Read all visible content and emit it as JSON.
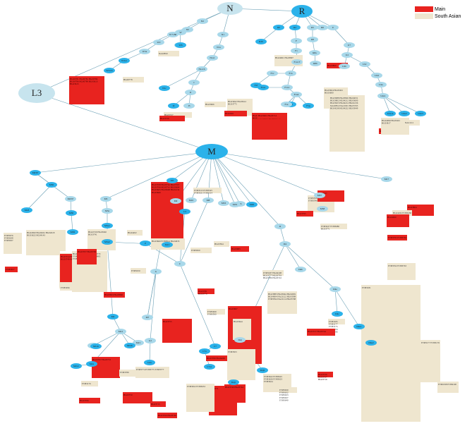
{
  "legend": {
    "items": [
      {
        "label": "Main",
        "color": "#e8231f"
      },
      {
        "label": "South Asian",
        "color": "#efe6cf"
      }
    ]
  },
  "colors": {
    "big_node": "#c7e4ee",
    "main_node": "#2bb2ea",
    "small_node": "#a8d8ea",
    "main_box": "#e8231f",
    "sa_box": "#efe6cf",
    "edge": "#6a9fb5"
  },
  "nodes": [
    {
      "id": "L3",
      "label": "L3",
      "kind": "big"
    },
    {
      "id": "N",
      "label": "N",
      "kind": "big"
    },
    {
      "id": "R",
      "label": "R",
      "kind": "main"
    },
    {
      "id": "M",
      "label": "M",
      "kind": "main"
    },
    {
      "id": "N2",
      "label": "N2",
      "kind": "small"
    },
    {
      "id": "N5",
      "label": "N5",
      "kind": "small"
    },
    {
      "id": "W",
      "label": "W",
      "kind": "small"
    },
    {
      "id": "W1",
      "label": "W+186",
      "kind": "small"
    },
    {
      "id": "W2",
      "label": "W2",
      "kind": "small"
    },
    {
      "id": "W3a",
      "label": "W3a",
      "kind": "small"
    },
    {
      "id": "W4",
      "label": "W4",
      "kind": "small"
    },
    {
      "id": "W3a1",
      "label": "W3a1",
      "kind": "main"
    },
    {
      "id": "W3a1a",
      "label": "W3a1a",
      "kind": "main"
    },
    {
      "id": "W6",
      "label": "W6",
      "kind": "main"
    },
    {
      "id": "N1",
      "label": "N1",
      "kind": "small"
    },
    {
      "id": "N1a",
      "label": "N1a",
      "kind": "small"
    },
    {
      "id": "N1a1",
      "label": "N1a1",
      "kind": "small"
    },
    {
      "id": "N1a1b",
      "label": "N1a1b",
      "kind": "small"
    },
    {
      "id": "I",
      "label": "I",
      "kind": "small"
    },
    {
      "id": "I1",
      "label": "I1",
      "kind": "small"
    },
    {
      "id": "I2",
      "label": "I2",
      "kind": "main"
    },
    {
      "id": "I3",
      "label": "I3",
      "kind": "small"
    },
    {
      "id": "N1c",
      "label": "N1c",
      "kind": "main"
    },
    {
      "id": "R0",
      "label": "R0",
      "kind": "main"
    },
    {
      "id": "R2",
      "label": "R2",
      "kind": "main"
    },
    {
      "id": "R5",
      "label": "R5",
      "kind": "small"
    },
    {
      "id": "R6",
      "label": "R6",
      "kind": "small"
    },
    {
      "id": "U",
      "label": "U",
      "kind": "small"
    },
    {
      "id": "R30",
      "label": "R30",
      "kind": "main"
    },
    {
      "id": "R8",
      "label": "R8",
      "kind": "small"
    },
    {
      "id": "R8a",
      "label": "R8a",
      "kind": "small"
    },
    {
      "id": "R8b",
      "label": "R8b",
      "kind": "small"
    },
    {
      "id": "F",
      "label": "F",
      "kind": "small"
    },
    {
      "id": "F1",
      "label": "F1",
      "kind": "small"
    },
    {
      "id": "F1a",
      "label": "F1a'c'f",
      "kind": "small"
    },
    {
      "id": "F1a2",
      "label": "F1a",
      "kind": "small"
    },
    {
      "id": "F1c",
      "label": "F1c",
      "kind": "small"
    },
    {
      "id": "F1f",
      "label": "F1f",
      "kind": "main"
    },
    {
      "id": "F1a1",
      "label": "F1a1",
      "kind": "main"
    },
    {
      "id": "F1a3",
      "label": "F1a'c",
      "kind": "small"
    },
    {
      "id": "F1a4",
      "label": "F1a4",
      "kind": "small"
    },
    {
      "id": "F1d",
      "label": "F1d",
      "kind": "main"
    },
    {
      "id": "F1e",
      "label": "F1e",
      "kind": "small"
    },
    {
      "id": "F1g",
      "label": "F1g",
      "kind": "main"
    },
    {
      "id": "U7",
      "label": "U7",
      "kind": "small"
    },
    {
      "id": "U2",
      "label": "U2",
      "kind": "small"
    },
    {
      "id": "U2b",
      "label": "U2b",
      "kind": "small"
    },
    {
      "id": "U2c",
      "label": "U2c",
      "kind": "small"
    },
    {
      "id": "U2d",
      "label": "U2d",
      "kind": "small"
    },
    {
      "id": "U2e",
      "label": "U2e",
      "kind": "small"
    },
    {
      "id": "U2e1",
      "label": "U2e1",
      "kind": "small"
    },
    {
      "id": "U2e1a",
      "label": "U2e1a",
      "kind": "main"
    },
    {
      "id": "U2e2",
      "label": "U2e2",
      "kind": "main"
    },
    {
      "id": "U2e3",
      "label": "U2e3",
      "kind": "main"
    },
    {
      "id": "M4",
      "label": "M4'67",
      "kind": "main"
    },
    {
      "id": "M30",
      "label": "M30",
      "kind": "main"
    },
    {
      "id": "M4a",
      "label": "M4'67",
      "kind": "small"
    },
    {
      "id": "M18",
      "label": "M18",
      "kind": "main"
    },
    {
      "id": "M30c",
      "label": "M30",
      "kind": "main"
    },
    {
      "id": "M36",
      "label": "M36",
      "kind": "main"
    },
    {
      "id": "M3",
      "label": "M3",
      "kind": "small"
    },
    {
      "id": "M3a",
      "label": "M3a",
      "kind": "small"
    },
    {
      "id": "M3a1",
      "label": "M3a1",
      "kind": "main"
    },
    {
      "id": "M3a2",
      "label": "M3a2",
      "kind": "main"
    },
    {
      "id": "M5",
      "label": "M5",
      "kind": "main"
    },
    {
      "id": "M9",
      "label": "M9",
      "kind": "small"
    },
    {
      "id": "M10",
      "label": "M10",
      "kind": "small"
    },
    {
      "id": "M8",
      "label": "M8",
      "kind": "small"
    },
    {
      "id": "M6",
      "label": "M6",
      "kind": "small"
    },
    {
      "id": "M33",
      "label": "M33",
      "kind": "small"
    },
    {
      "id": "M35",
      "label": "M35",
      "kind": "small"
    },
    {
      "id": "M40",
      "label": "M40",
      "kind": "main"
    },
    {
      "id": "D",
      "label": "D",
      "kind": "small"
    },
    {
      "id": "D4",
      "label": "D4",
      "kind": "small"
    },
    {
      "id": "M37",
      "label": "M37",
      "kind": "small"
    },
    {
      "id": "M38",
      "label": "M38",
      "kind": "small"
    },
    {
      "id": "M17",
      "label": "M17",
      "kind": "small"
    },
    {
      "id": "M2",
      "label": "M2",
      "kind": "main"
    },
    {
      "id": "M12",
      "label": "M12",
      "kind": "small"
    },
    {
      "id": "M7",
      "label": "M7",
      "kind": "small"
    },
    {
      "id": "G",
      "label": "G",
      "kind": "small"
    },
    {
      "id": "C",
      "label": "C",
      "kind": "small"
    },
    {
      "id": "Z",
      "label": "Z",
      "kind": "main"
    },
    {
      "id": "C4",
      "label": "C4",
      "kind": "main"
    },
    {
      "id": "C7",
      "label": "C7",
      "kind": "main"
    },
    {
      "id": "D4j",
      "label": "D4j",
      "kind": "small"
    },
    {
      "id": "D4b",
      "label": "D4b",
      "kind": "small"
    },
    {
      "id": "D4e",
      "label": "D4e",
      "kind": "small"
    },
    {
      "id": "D4e1",
      "label": "D4e1",
      "kind": "main"
    },
    {
      "id": "D4c",
      "label": "D4c",
      "kind": "main"
    },
    {
      "id": "M13",
      "label": "M13",
      "kind": "main"
    },
    {
      "id": "M21",
      "label": "M21",
      "kind": "small"
    },
    {
      "id": "M2a",
      "label": "M2a",
      "kind": "main"
    },
    {
      "id": "M2b",
      "label": "M2b",
      "kind": "small"
    },
    {
      "id": "M12b",
      "label": "M12b",
      "kind": "main"
    },
    {
      "id": "G2",
      "label": "G2",
      "kind": "small"
    },
    {
      "id": "G2a",
      "label": "G2a",
      "kind": "main"
    },
    {
      "id": "C7a",
      "label": "C7a",
      "kind": "main"
    },
    {
      "id": "C7a1",
      "label": "C7a1",
      "kind": "main"
    },
    {
      "id": "D4j1",
      "label": "D4j1",
      "kind": "main"
    },
    {
      "id": "D4j2",
      "label": "D4j2",
      "kind": "main"
    },
    {
      "id": "D4e2",
      "label": "D4e2",
      "kind": "main"
    },
    {
      "id": "M12a",
      "label": "M12a",
      "kind": "main"
    },
    {
      "id": "M2a1",
      "label": "M2a1",
      "kind": "main"
    }
  ],
  "sample_lists": [
    {
      "text": "HG00781 HG00782 HG00784 HG00786 HG00789 HG03610 HG03615",
      "kind": "main"
    },
    {
      "text": "HG00778",
      "kind": "sa"
    },
    {
      "text": "NA20850",
      "kind": "sa"
    },
    {
      "text": "HG03727",
      "kind": "sa"
    },
    {
      "text": "HG03729",
      "kind": "main"
    },
    {
      "text": "HG03492 HG03612 HG03775",
      "kind": "sa"
    },
    {
      "text": "HG03606",
      "kind": "sa"
    },
    {
      "text": "HG02461",
      "kind": "main"
    },
    {
      "text": "HG03711 HG03716 HG03717 HG03719 HG03722 HG03778",
      "kind": "main"
    },
    {
      "text": "HG03461 HG03714",
      "kind": "main"
    },
    {
      "text": "HG04061 HG03897",
      "kind": "sa"
    },
    {
      "text": "HG03604 HG03491 HG03600",
      "kind": "sa"
    },
    {
      "text": "HG03860",
      "kind": "main"
    },
    {
      "text": "HG03988 HG03826 HG04031 HG03802 HG04212 HG03600 HG03923 HG04214 HG04136 NA20854 NA21091 HG03703 HG04238 HG04222 HG03949",
      "kind": "sa"
    },
    {
      "text": "HG03963",
      "kind": "main"
    },
    {
      "text": "HG03770",
      "kind": "main"
    },
    {
      "text": "HG04099 HG03491 HG03817",
      "kind": "sa"
    },
    {
      "text": "NA21111",
      "kind": "sa"
    },
    {
      "text": "HG03695 HG03694 HG02784 FJ383443 HG03600 HG03687 HG02783",
      "kind": "sa"
    },
    {
      "text": "HG02690 HG02661 HG02618 HG03622 HG04143",
      "kind": "sa"
    },
    {
      "text": "FJ383676 FJ383638 FJ383637",
      "kind": "sa"
    },
    {
      "text": "FJ383657",
      "kind": "main"
    },
    {
      "text": "HG03746 HG03795 NA20853 HG03739 HG03959 HG03617",
      "kind": "sa"
    },
    {
      "text": "FJ383296",
      "kind": "sa"
    },
    {
      "text": "HG02729 HG03040 HG03741",
      "kind": "sa"
    },
    {
      "text": "HG03744 HG03717 HG03749 HG03745",
      "kind": "main"
    },
    {
      "text": "HG03601 FJ383433 HG03779 FJ383432 FJ383431 HG03985 FJ383430",
      "kind": "sa"
    },
    {
      "text": "HG03707 HG03709",
      "kind": "main"
    },
    {
      "text": "HG04202",
      "kind": "sa"
    },
    {
      "text": "HG02658",
      "kind": "sa"
    },
    {
      "text": "FJ383250",
      "kind": "sa"
    },
    {
      "text": "HG03768 HG03762 HG03767 HG03766 HG03761 HG03664 HG03665 HG03668 HG04134 HG03669",
      "kind": "main"
    },
    {
      "text": "HG03660 FJ383814 HG04033",
      "kind": "sa"
    },
    {
      "text": "FJ383650",
      "kind": "sa"
    },
    {
      "text": "HG03594",
      "kind": "sa"
    },
    {
      "text": "HG03683",
      "kind": "main"
    },
    {
      "text": "HG03755",
      "kind": "main"
    },
    {
      "text": "FJ383315 FJ383325 FJ383321 FJ383314",
      "kind": "sa"
    },
    {
      "text": "FJ383499 FJ383500",
      "kind": "sa"
    },
    {
      "text": "HG03697",
      "kind": "main"
    },
    {
      "text": "HG03644",
      "kind": "sa"
    },
    {
      "text": "HG03885 HG03944 HG02681 HG04004 NA21122 HG03589 FJ383594 NA21114 HG03798",
      "kind": "sa"
    },
    {
      "text": "FJ383187 HG04198 HG03777 HG03793 HG03780 HG03722",
      "kind": "sa"
    },
    {
      "text": "HG03781 HG03776",
      "kind": "main"
    },
    {
      "text": "FJ383558 NA21143 FJ383546 G03971",
      "kind": "sa"
    },
    {
      "text": "HG03795",
      "kind": "main"
    },
    {
      "text": "HG03727",
      "kind": "main"
    },
    {
      "text": "FJ383437 FJ383680 HG03771",
      "kind": "sa"
    },
    {
      "text": "HG03804",
      "kind": "main"
    },
    {
      "text": "HG04182 FJ383238",
      "kind": "sa"
    },
    {
      "text": "HG04060",
      "kind": "main"
    },
    {
      "text": "FJ383795 FJ383764",
      "kind": "main"
    },
    {
      "text": "FJ383762 FJ383763",
      "kind": "sa"
    },
    {
      "text": "HG03693 HG03860",
      "kind": "main"
    },
    {
      "text": "HG03797 HG03733",
      "kind": "main"
    },
    {
      "text": "FJ383789",
      "kind": "sa"
    },
    {
      "text": "FJ383774 FJ383775 FJ383777",
      "kind": "sa"
    },
    {
      "text": "HG03750",
      "kind": "main"
    },
    {
      "text": "HG03715",
      "kind": "main"
    },
    {
      "text": "HG03766 HG03746",
      "kind": "main"
    },
    {
      "text": "HG03771",
      "kind": "main"
    },
    {
      "text": "FJ383652 FJ383653",
      "kind": "sa"
    },
    {
      "text": "HG03780 HG04205",
      "kind": "main"
    },
    {
      "text": "FJ383503",
      "kind": "sa"
    },
    {
      "text": "HG03740 HG03744",
      "kind": "main"
    },
    {
      "text": "FJ383622 FJ383625 FJ383626 FJ383623 FJ383624",
      "kind": "sa"
    },
    {
      "text": "FJ383630 FJ383632 FJ383633 FJ383637 FJ383640",
      "kind": "sa"
    },
    {
      "text": "HG03726 HG03727 HG03719",
      "kind": "main"
    },
    {
      "text": "FJ383185 FJ383177 FJ383175 FJ383184 FJ383186",
      "kind": "sa"
    },
    {
      "text": "HG03727 HG03744",
      "kind": "main"
    },
    {
      "text": "FJ383177 FJ383176",
      "kind": "sa"
    },
    {
      "text": "FJ382198 FJ382190",
      "kind": "sa"
    },
    {
      "text": "FJ383181",
      "kind": "sa"
    },
    {
      "text": "HG03766",
      "kind": "main"
    },
    {
      "text": "FJ383179",
      "kind": "sa"
    },
    {
      "text": "HG04211 HG03817",
      "kind": "main"
    },
    {
      "text": "HG04211 FJ383207",
      "kind": "sa"
    },
    {
      "text": "HG03763 HG03762 HG03729 HG03766 HG03741 HG03686",
      "kind": "main"
    },
    {
      "text": "FJ383514 FJ383520 FJ383515 FJ383516 FJ383517 FJ383518 FJ383519 FJ383521 FJ383522 FJ383523 FJ383524 FJ383525 FJ383526 FJ383527 FJ383528 FJ383529 FJ383530 FJ383531 FJ383532 FJ383533 FJ383534 FJ383535 FJ383536 FJ383537 FJ383538 FJ383539 FJ383540 FJ383541 FJ383542 FJ383543 FJ383544 FJ383545",
      "kind": "sa"
    },
    {
      "text": "HG03706 HG03694",
      "kind": "main"
    },
    {
      "text": "HG03772 HG03778",
      "kind": "main"
    }
  ]
}
